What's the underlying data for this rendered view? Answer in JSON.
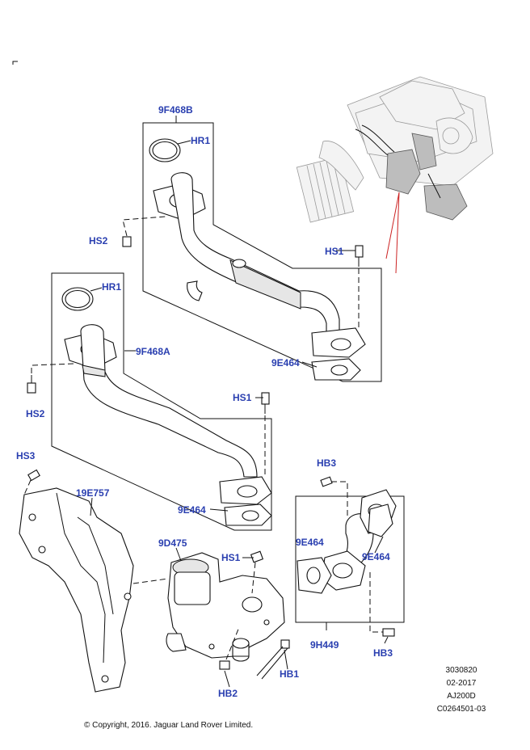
{
  "callouts": {
    "c_9f468b": "9F468B",
    "c_hr1_top": "HR1",
    "c_hs2_top": "HS2",
    "c_hs1_top": "HS1",
    "c_9e464_top": "9E464",
    "c_hr1_mid": "HR1",
    "c_9f468a": "9F468A",
    "c_hs2_mid": "HS2",
    "c_hs1_mid": "HS1",
    "c_9e464_mid": "9E464",
    "c_hs3": "HS3",
    "c_19e757": "19E757",
    "c_9d475": "9D475",
    "c_hs1_low": "HS1",
    "c_hb3_top": "HB3",
    "c_9e464_left": "9E464",
    "c_9e464_right": "9E464",
    "c_9h449": "9H449",
    "c_hb3_bot": "HB3",
    "c_hb1": "HB1",
    "c_hb2": "HB2"
  },
  "meta": {
    "line1": "3030820",
    "line2": "02-2017",
    "line3": "AJ200D",
    "line4": "C0264501-03"
  },
  "copyright": "© Copyright, 2016. Jaguar Land Rover Limited.",
  "colors": {
    "callout_text": "#2a3fb0",
    "leader_red": "#cc2222"
  }
}
